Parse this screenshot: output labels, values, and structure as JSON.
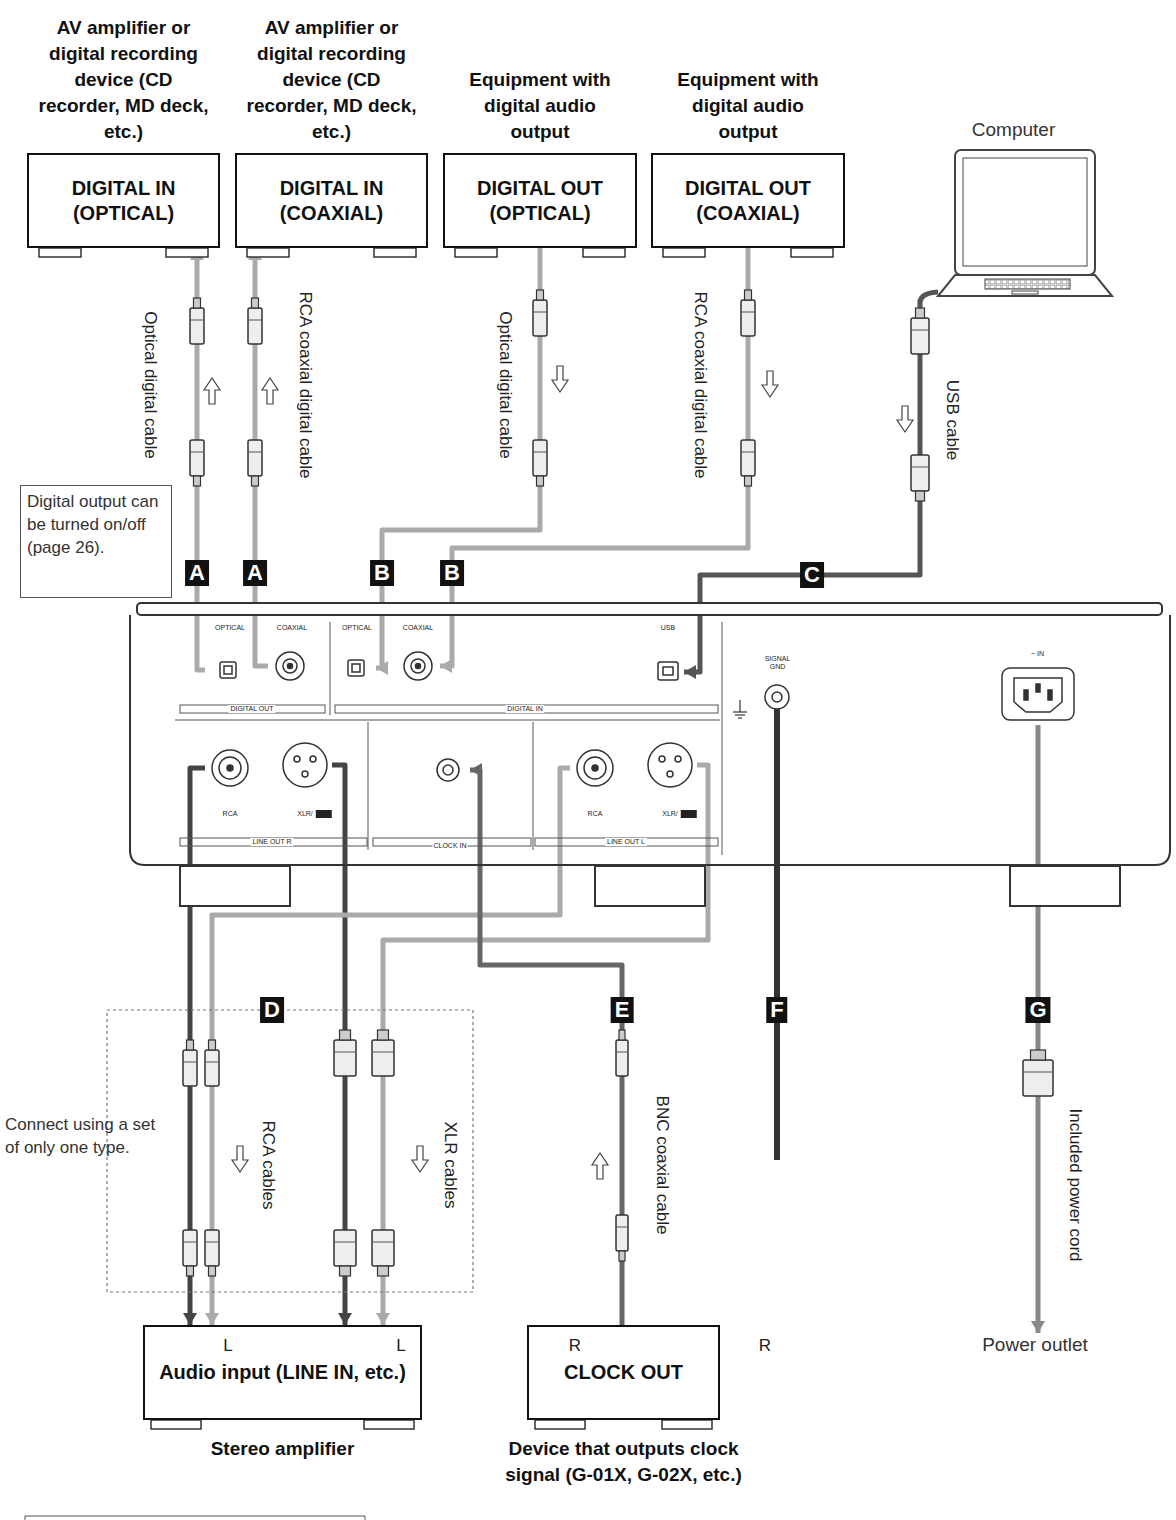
{
  "diagram": {
    "nodes": [
      {
        "text": [
          "AV amplifier or digital recording device (CD recorder, MD deck, etc.)",
          "DIGITAL IN (OPTICAL)"
        ]
      },
      {
        "text": [
          "AV amplifier or digital recording device (CD recorder, MD deck, etc.)",
          "DIGITAL IN (COAXIAL)"
        ]
      },
      {
        "text": [
          "Equipment with digital audio output",
          "DIGITAL OUT (OPTICAL)"
        ]
      },
      {
        "text": [
          "Equipment with digital audio output",
          "DIGITAL OUT (COAXIAL)"
        ]
      },
      {
        "text": [
          "Computer"
        ]
      },
      {
        "text": [
          "Digital output can be turned on/off (page 26)."
        ]
      },
      {
        "text": [
          "DIGITAL OUT",
          "DIGITAL IN",
          "LINE OUT R",
          "LINE OUT L"
        ]
      },
      {
        "text": [
          "OPTICAL"
        ],
        "in": 6
      },
      {
        "text": [
          "COAXIAL"
        ],
        "in": 6
      },
      {
        "text": [
          "OPTICAL"
        ],
        "in": 6
      },
      {
        "text": [
          "COAXIAL"
        ],
        "in": 6
      },
      {
        "text": [
          "USB"
        ],
        "in": 6
      },
      {
        "text": [
          "SIGNAL GND"
        ],
        "in": 6
      },
      {
        "text": [
          "~ IN"
        ],
        "in": 6
      },
      {
        "text": [
          "RCA"
        ],
        "in": 6
      },
      {
        "text": [
          "XLR/"
        ],
        "in": 6
      },
      {
        "text": [
          "CLOCK IN"
        ],
        "in": 6
      },
      {
        "text": [
          "RCA"
        ],
        "in": 6
      },
      {
        "text": [
          "XLR/"
        ],
        "in": 6
      },
      {
        "text": [
          "Audio input (LINE IN, etc.)",
          "Stereo amplifier"
        ]
      },
      {
        "text": [
          "CLOCK OUT",
          "Device that outputs clock signal (G-01X, G-02X, etc.)"
        ]
      },
      {
        "text": [
          "Power outlet"
        ]
      }
    ],
    "edges": [
      {
        "from": 7,
        "to": 0,
        "arrow": "to"
      },
      {
        "from": 8,
        "to": 1,
        "arrow": "to"
      },
      {
        "from": 2,
        "to": 9,
        "arrow": "to"
      },
      {
        "from": 3,
        "to": 10,
        "arrow": "to"
      },
      {
        "from": 4,
        "to": 11,
        "arrow": "to"
      },
      {
        "from": 14,
        "to": 19,
        "arrow": "to"
      },
      {
        "from": 15,
        "to": 19,
        "arrow": "to"
      },
      {
        "from": 17,
        "to": 19,
        "arrow": "to"
      },
      {
        "from": 18,
        "to": 19,
        "arrow": "to"
      },
      {
        "from": 20,
        "to": 16,
        "arrow": "to"
      },
      {
        "from": 13,
        "to": 21,
        "arrow": "to"
      }
    ],
    "labels": [
      "A",
      "A",
      "B",
      "B",
      "C",
      "D",
      "E",
      "F",
      "G",
      "Optical digital cable",
      "RCA coaxial digital cable",
      "Optical digital cable",
      "RCA coaxial digital cable",
      "USB cable",
      "Connect using a set of only one type.",
      "RCA cables",
      "XLR cables",
      "BNC coaxial cable",
      "Included power cord",
      "L",
      "L",
      "R",
      "R"
    ]
  }
}
